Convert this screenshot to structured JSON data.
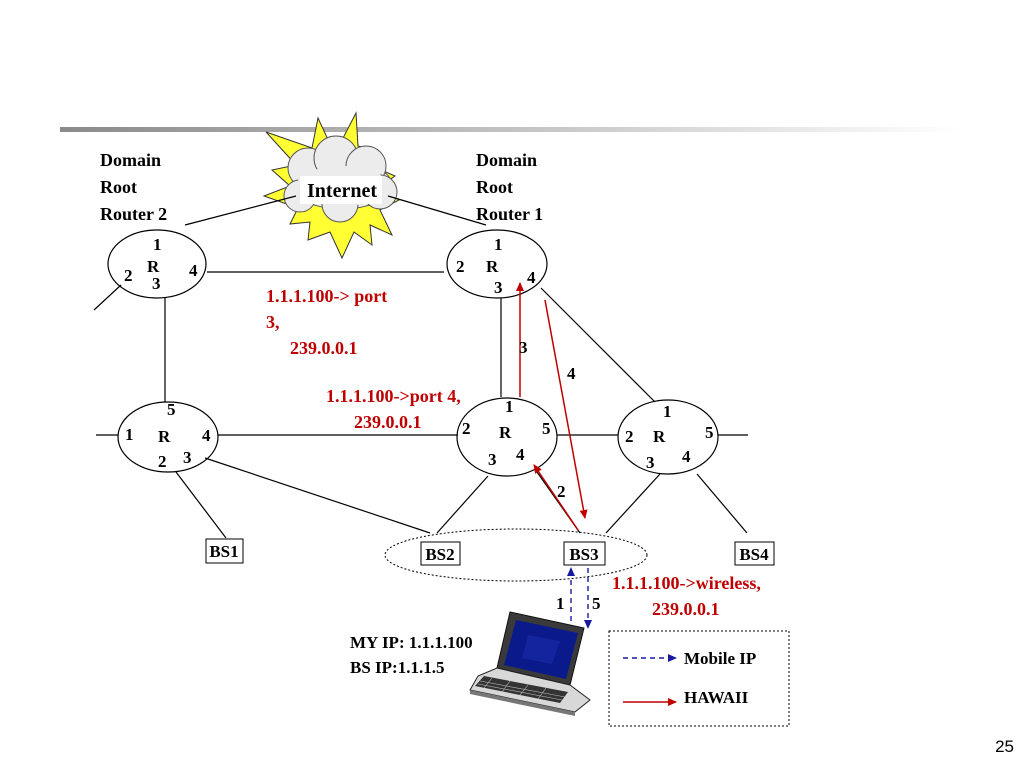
{
  "slide": {
    "page_number": "25"
  },
  "colors": {
    "hawaii_red": "#c00000",
    "mobile_ip_blue": "#1a1aa0",
    "burst_yellow": "#ffff33"
  },
  "internet": {
    "label": "Internet"
  },
  "captions": {
    "root2": [
      "Domain",
      "Root",
      "Router 2"
    ],
    "root1": [
      "Domain",
      "Root",
      "Router 1"
    ]
  },
  "routers": {
    "r_dr2": {
      "center": "R",
      "ports": [
        "1",
        "2",
        "3",
        "4"
      ]
    },
    "r_dr1": {
      "center": "R",
      "ports": [
        "1",
        "2",
        "3",
        "4"
      ]
    },
    "r_left": {
      "center": "R",
      "ports": [
        "1",
        "2",
        "3",
        "4",
        "5"
      ]
    },
    "r_mid": {
      "center": "R",
      "ports": [
        "1",
        "2",
        "3",
        "4",
        "5"
      ]
    },
    "r_right": {
      "center": "R",
      "ports": [
        "1",
        "2",
        "3",
        "4",
        "5"
      ]
    }
  },
  "base_stations": {
    "bs1": "BS1",
    "bs2": "BS2",
    "bs3": "BS3",
    "bs4": "BS4"
  },
  "annotations": {
    "top_entry": [
      "1.1.1.100-> port",
      "3,",
      "239.0.0.1"
    ],
    "mid_entry": [
      "1.1.1.100->port 4,",
      "239.0.0.1"
    ],
    "wireless_entry": [
      "1.1.1.100->wireless,",
      "239.0.0.1"
    ]
  },
  "step_labels": {
    "s1": "1",
    "s2": "2",
    "s3": "3",
    "s4": "4",
    "s5": "5"
  },
  "mobile": {
    "my_ip": "MY IP: 1.1.1.100",
    "bs_ip": "BS IP:1.1.1.5"
  },
  "legend": {
    "mobile_ip": "Mobile IP",
    "hawaii": "HAWAII"
  }
}
